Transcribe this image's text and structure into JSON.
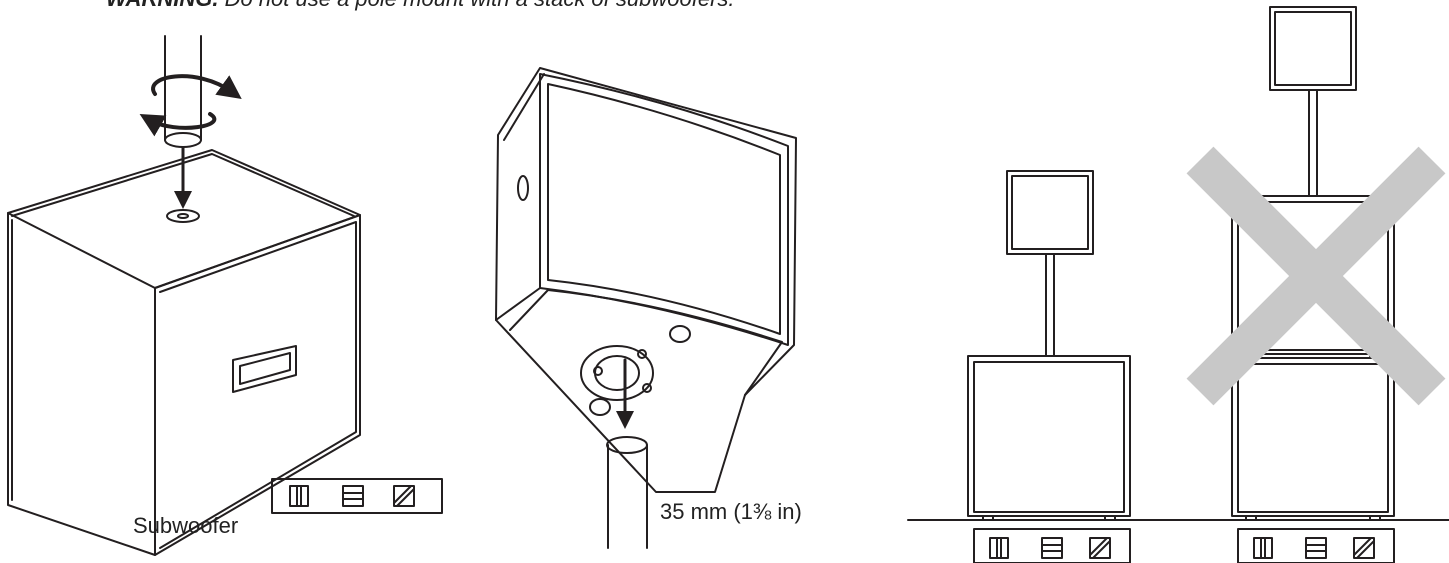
{
  "warning": {
    "prefix": "WARNING.",
    "text": " Do not use a pole mount with a stack of subwoofers."
  },
  "labels": {
    "subwoofer": "Subwoofer",
    "pole_diameter": "35 mm (1⅜ in)"
  },
  "colors": {
    "line": "#231f20",
    "cross": "#c8c8c8",
    "background": "#ffffff"
  },
  "icons": [
    "rotate-arrows-icon",
    "down-arrow-icon",
    "level-icon",
    "cross-mark-icon"
  ]
}
